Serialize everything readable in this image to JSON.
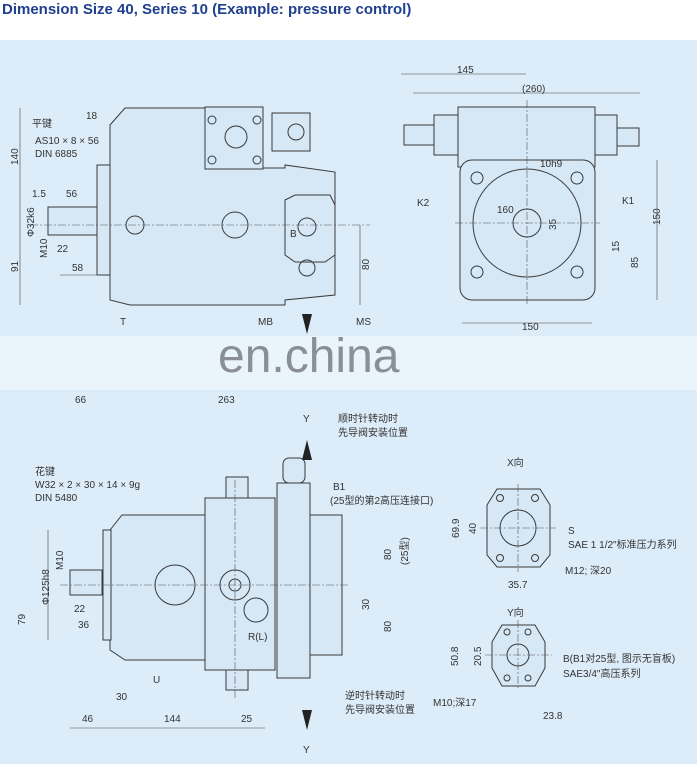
{
  "title": "Dimension  Size 40, Series 10  (Example: pressure control)",
  "colors": {
    "background": "#dcecf8",
    "title": "#1f3f8f",
    "watermark_band": "#eaf4fb"
  },
  "watermark": "en.china",
  "side_view": {
    "key_label": "平键",
    "key_spec": "AS10 × 8 × 56",
    "key_std": "DIN 6885",
    "dims": {
      "d18": "18",
      "d140": "140",
      "d1_5": "1.5",
      "d56": "56",
      "shaft": "Φ32k6",
      "thread": "M10",
      "d22": "22",
      "d91": "91",
      "d58": "58",
      "d80": "80",
      "d66": "66",
      "d263": "263"
    },
    "ports": {
      "B": "B",
      "T": "T",
      "MB": "MB",
      "MS": "MS"
    }
  },
  "front_view": {
    "dims": {
      "d145": "145",
      "d260": "(260)",
      "key": "10h9",
      "d160": "160",
      "d35": "35",
      "d150v": "150",
      "d15": "15",
      "d85": "85",
      "d150h": "150"
    },
    "ports": {
      "K2": "K2",
      "K1": "K1"
    }
  },
  "bottom_view": {
    "y_top": "Y",
    "y_bottom": "Y",
    "cw_1": "顺时针转动时",
    "cw_2": "先导阀安装位置",
    "ccw_1": "逆时针转动时",
    "ccw_2": "先导阀安装位置",
    "spline_label": "花键",
    "spline_spec": "W32 × 2 × 30 × 14 × 9g",
    "spline_std": "DIN 5480",
    "b1": "B1",
    "b1_note": "(25型的第2高压连接口)",
    "dims": {
      "m10": "M10",
      "pilot": "Φ125h8",
      "d22": "22",
      "d36": "36",
      "d79": "79",
      "d80a": "80",
      "d25type": "(25型)",
      "d30v": "30",
      "d80b": "80",
      "d30h": "30",
      "d46": "46",
      "d144": "144",
      "d25": "25"
    },
    "ports": {
      "RL": "R(L)",
      "U": "U"
    }
  },
  "x_view": {
    "title": "X向",
    "d69_9": "69.9",
    "d40": "40",
    "port": "S",
    "port_spec": "SAE 1 1/2\"标准压力系列",
    "thread": "M12; 深20",
    "d35_7": "35.7"
  },
  "y_view": {
    "title": "Y向",
    "d50_8": "50.8",
    "d20_5": "20.5",
    "port": "B(B1对25型, 图示无盲板)",
    "port_spec": "SAE3/4\"高压系列",
    "thread": "M10;深17",
    "d23_8": "23.8"
  }
}
